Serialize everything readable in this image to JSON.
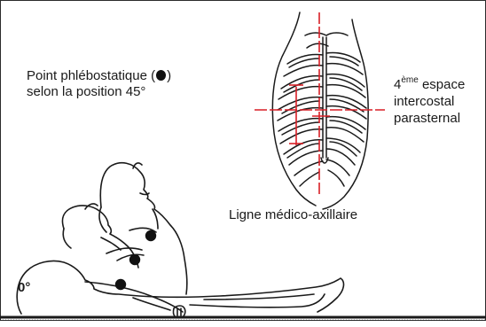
{
  "labels": {
    "phlebostatic_line1_prefix": "Point phlébostatique (",
    "phlebostatic_line1_suffix": ")",
    "phlebostatic_line2": "selon la position 45°",
    "intercostal_line1_num": "4",
    "intercostal_line1_sup": "ème",
    "intercostal_line1_rest": " espace",
    "intercostal_line2": "intercostal",
    "intercostal_line3": "parasternal",
    "axillary_line": "Ligne médico-axillaire",
    "angle_zero": "0°"
  },
  "colors": {
    "outline": "#1a1a1a",
    "crosshair": "#d81f26",
    "point": "#111111"
  },
  "icons": [
    "phlebostatic-point-icon"
  ]
}
